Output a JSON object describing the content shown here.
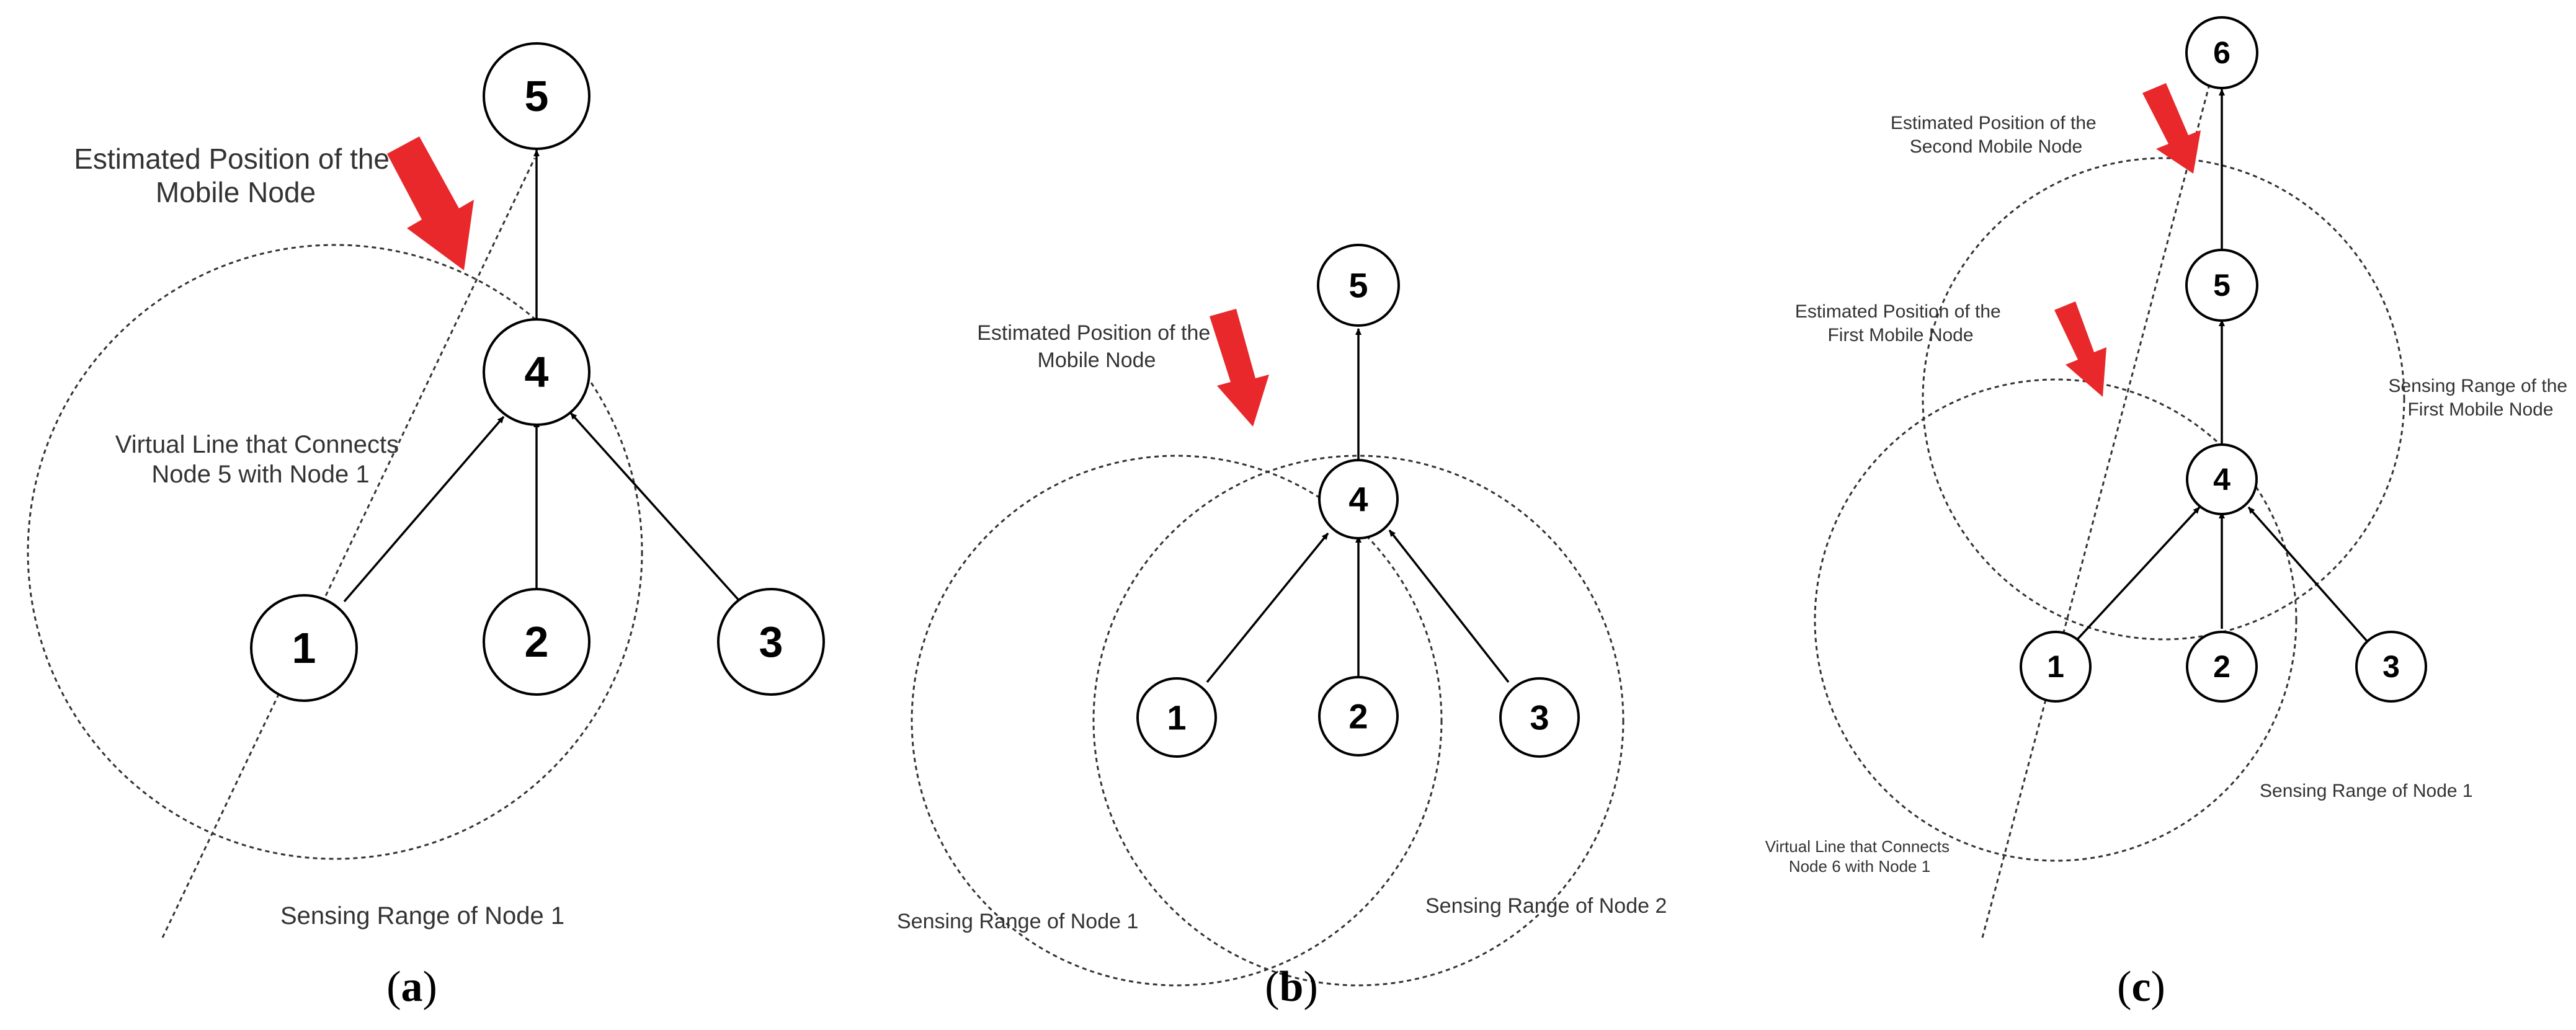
{
  "panels": [
    {
      "id": "a",
      "caption_letter": "a",
      "nodes": [
        "1",
        "2",
        "3",
        "4",
        "5"
      ],
      "labels": {
        "estimated_position": [
          "Estimated Position of the",
          "Mobile Node"
        ],
        "virtual_line": [
          "Virtual Line that Connects",
          "Node 5 with Node 1"
        ],
        "sensing_range_1": "Sensing Range of Node 1"
      }
    },
    {
      "id": "b",
      "caption_letter": "b",
      "nodes": [
        "1",
        "2",
        "3",
        "4",
        "5"
      ],
      "labels": {
        "estimated_position": [
          "Estimated Position of the",
          "Mobile Node"
        ],
        "sensing_range_1": "Sensing Range of Node 1",
        "sensing_range_2": "Sensing Range of Node 2"
      }
    },
    {
      "id": "c",
      "caption_letter": "c",
      "nodes": [
        "1",
        "2",
        "3",
        "4",
        "5",
        "6"
      ],
      "labels": {
        "estimated_second": [
          "Estimated Position of the",
          "Second Mobile Node"
        ],
        "estimated_first": [
          "Estimated Position of the",
          "First Mobile Node"
        ],
        "sensing_first_mobile": [
          "Sensing Range of the",
          "First Mobile Node"
        ],
        "sensing_range_1": "Sensing Range of Node 1",
        "virtual_line": [
          "Virtual Line that Connects",
          "Node 6 with Node 1"
        ]
      }
    }
  ],
  "colors": {
    "indicator_arrow": "#e8282b",
    "stroke": "#000000",
    "dashed": "#333333"
  }
}
